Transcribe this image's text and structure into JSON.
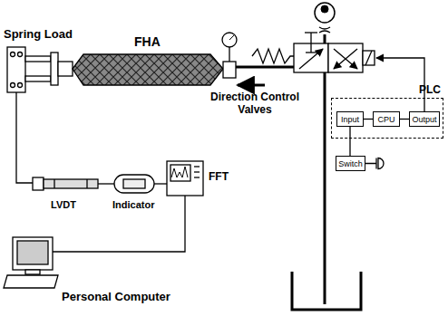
{
  "diagram": {
    "nodes": [
      {
        "text": [
          "PLC"
        ]
      },
      {
        "text": [
          "Input"
        ],
        "in": 0
      },
      {
        "text": [
          "CPU"
        ],
        "in": 0
      },
      {
        "text": [
          "Output"
        ],
        "in": 0
      },
      {
        "text": [
          "Switch"
        ]
      }
    ],
    "edges": [
      {
        "from": 1,
        "to": 2,
        "arrow": "none"
      },
      {
        "from": 2,
        "to": 3,
        "arrow": "none"
      },
      {
        "from": 1,
        "to": 4,
        "arrow": "none"
      }
    ],
    "labels": [
      "Spring Load",
      "FHA",
      "Direction Control Valves",
      "LVDT",
      "Indicator",
      "FFT",
      "Personal Computer"
    ]
  }
}
